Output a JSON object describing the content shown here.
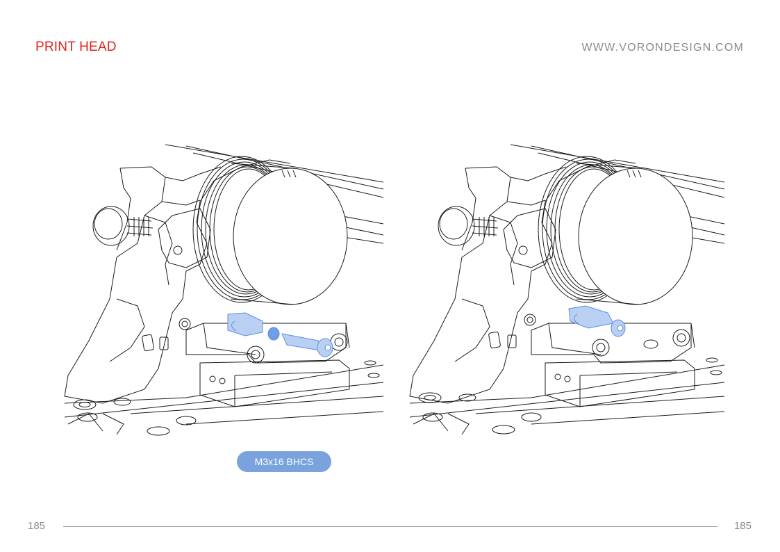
{
  "header": {
    "section_title": "PRINT HEAD",
    "website": "WWW.VORONDESIGN.COM"
  },
  "callout": {
    "label": "M3x16 BHCS",
    "color": "#7aa3dd"
  },
  "footer": {
    "page_left": "185",
    "page_right": "185"
  },
  "colors": {
    "title_red": "#e2231a",
    "muted_gray": "#8a8a8a",
    "highlight_blue": "#7aa3dd"
  }
}
